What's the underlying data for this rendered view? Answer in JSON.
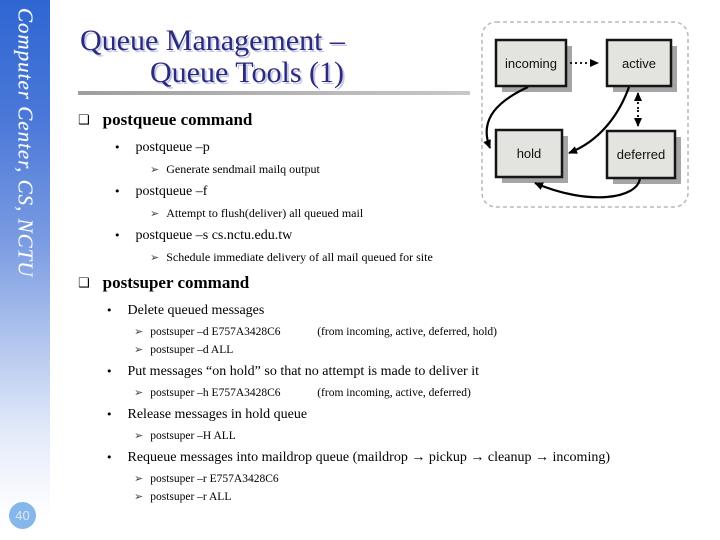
{
  "sidebar": {
    "text": "Computer Center, CS, NCTU",
    "page_number": "40"
  },
  "title": {
    "line1": "Queue Management –",
    "line2": "Queue Tools (1)"
  },
  "glyphs": {
    "section_bullet": "❑",
    "level2_bullet": "•",
    "level3_bullet": "➢"
  },
  "colors": {
    "title": "#2b2b7c",
    "title_shadow": "#c8c8e8",
    "sidebar_top": "#2f66d2",
    "page_circle": "#86b7ea",
    "diagram_box_fill": "#e3e3df",
    "rule_gray": "#9e9e9e"
  },
  "content": {
    "sections": [
      {
        "heading": "postqueue command",
        "bullets": [
          {
            "label": "postqueue –p",
            "points": [
              {
                "text": "Generate sendmail mailq output"
              }
            ]
          },
          {
            "label": "postqueue –f",
            "points": [
              {
                "text": "Attempt to flush(deliver) all queued mail"
              }
            ]
          },
          {
            "label": "postqueue –s cs.nctu.edu.tw",
            "points": [
              {
                "text": "Schedule immediate delivery of all mail queued for site"
              }
            ]
          }
        ]
      },
      {
        "heading": "postsuper command",
        "bullets": [
          {
            "label": "Delete queued messages",
            "points": [
              {
                "text": "postsuper –d E757A3428C6",
                "note": "(from incoming, active, deferred, hold)"
              },
              {
                "text": "postsuper –d ALL"
              }
            ]
          },
          {
            "label": "Put messages “on hold” so that no attempt is made to deliver it",
            "points": [
              {
                "text": "postsuper –h E757A3428C6",
                "note": "(from incoming, active, deferred)"
              }
            ]
          },
          {
            "label": "Release messages in hold queue",
            "points": [
              {
                "text": "postsuper –H ALL"
              }
            ]
          },
          {
            "label": "Requeue messages into maildrop queue (maildrop → pickup → cleanup → incoming)",
            "points": [
              {
                "text": "postsuper –r E757A3428C6"
              },
              {
                "text": "postsuper –r ALL"
              }
            ]
          }
        ]
      }
    ]
  },
  "diagram": {
    "nodes": [
      "incoming",
      "active",
      "hold",
      "deferred"
    ]
  }
}
